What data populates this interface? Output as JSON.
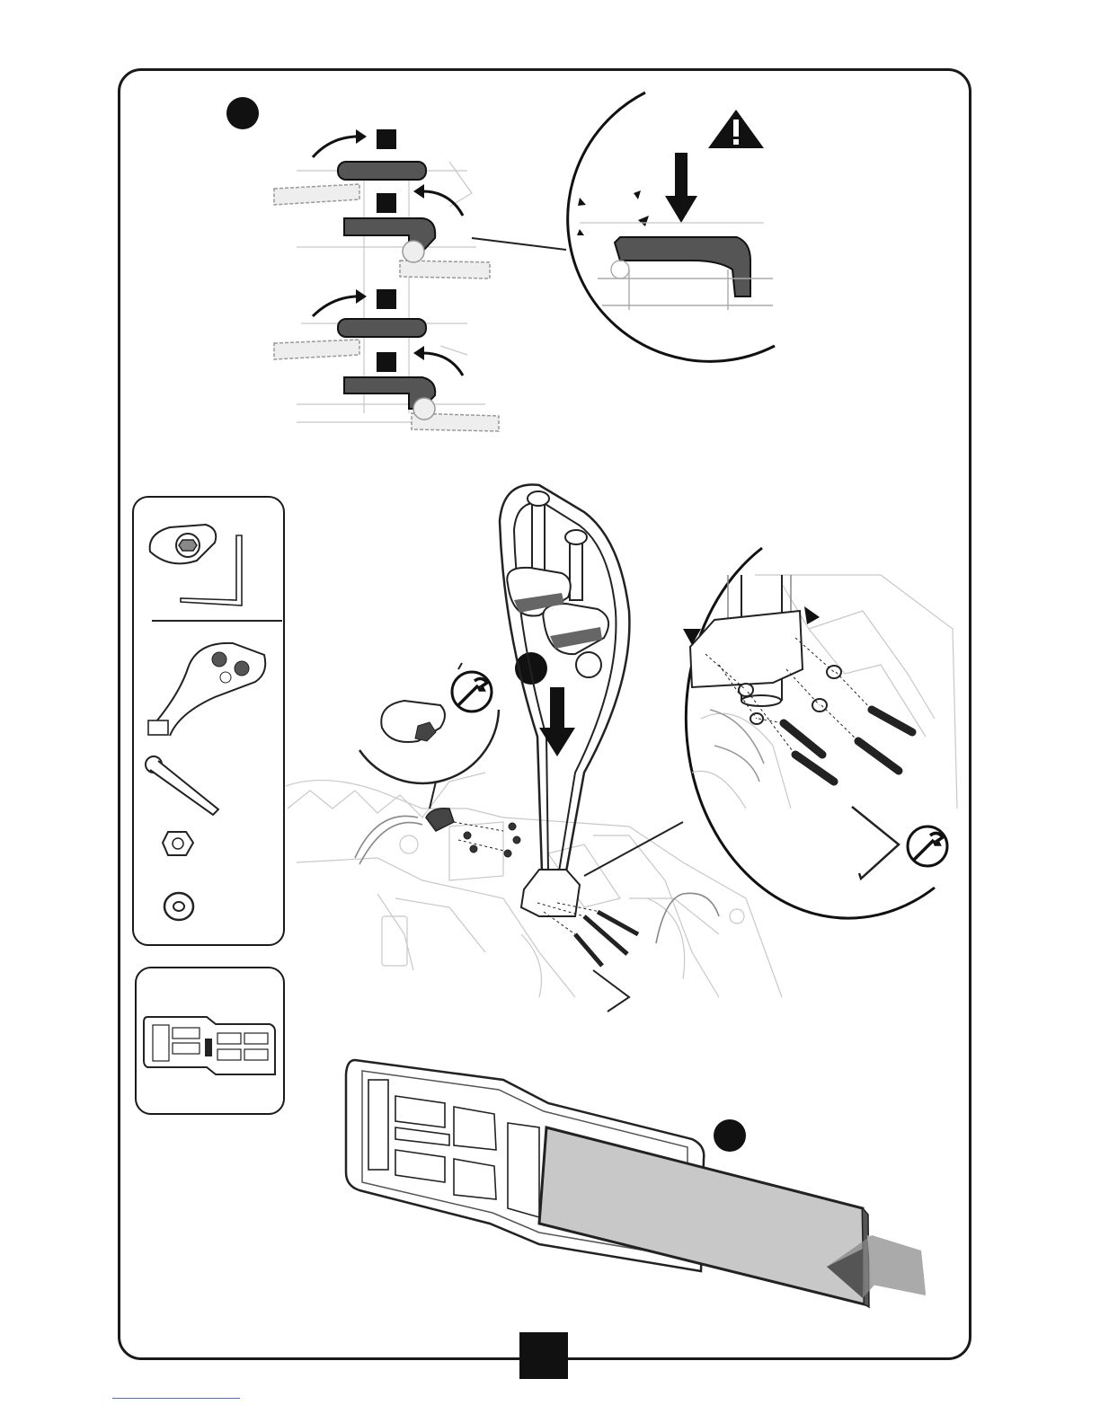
{
  "page": {
    "number": ""
  },
  "colors": {
    "ink": "#111111",
    "line": "#222222",
    "ghost": "#bbbbbb",
    "plate": "#c8c8c8",
    "link": "#4a6fd6"
  },
  "icons": [
    "warning-icon",
    "wrench-icon",
    "down-arrow-icon",
    "curved-arrow-icon"
  ],
  "parts": {
    "top_panel": [
      "strap-knob",
      "hex-key"
    ],
    "middle_items": [
      "frame-bracket",
      "bolt",
      "lock-nut",
      "washer"
    ],
    "bottom_panel": [
      "number-plate-holder"
    ]
  }
}
